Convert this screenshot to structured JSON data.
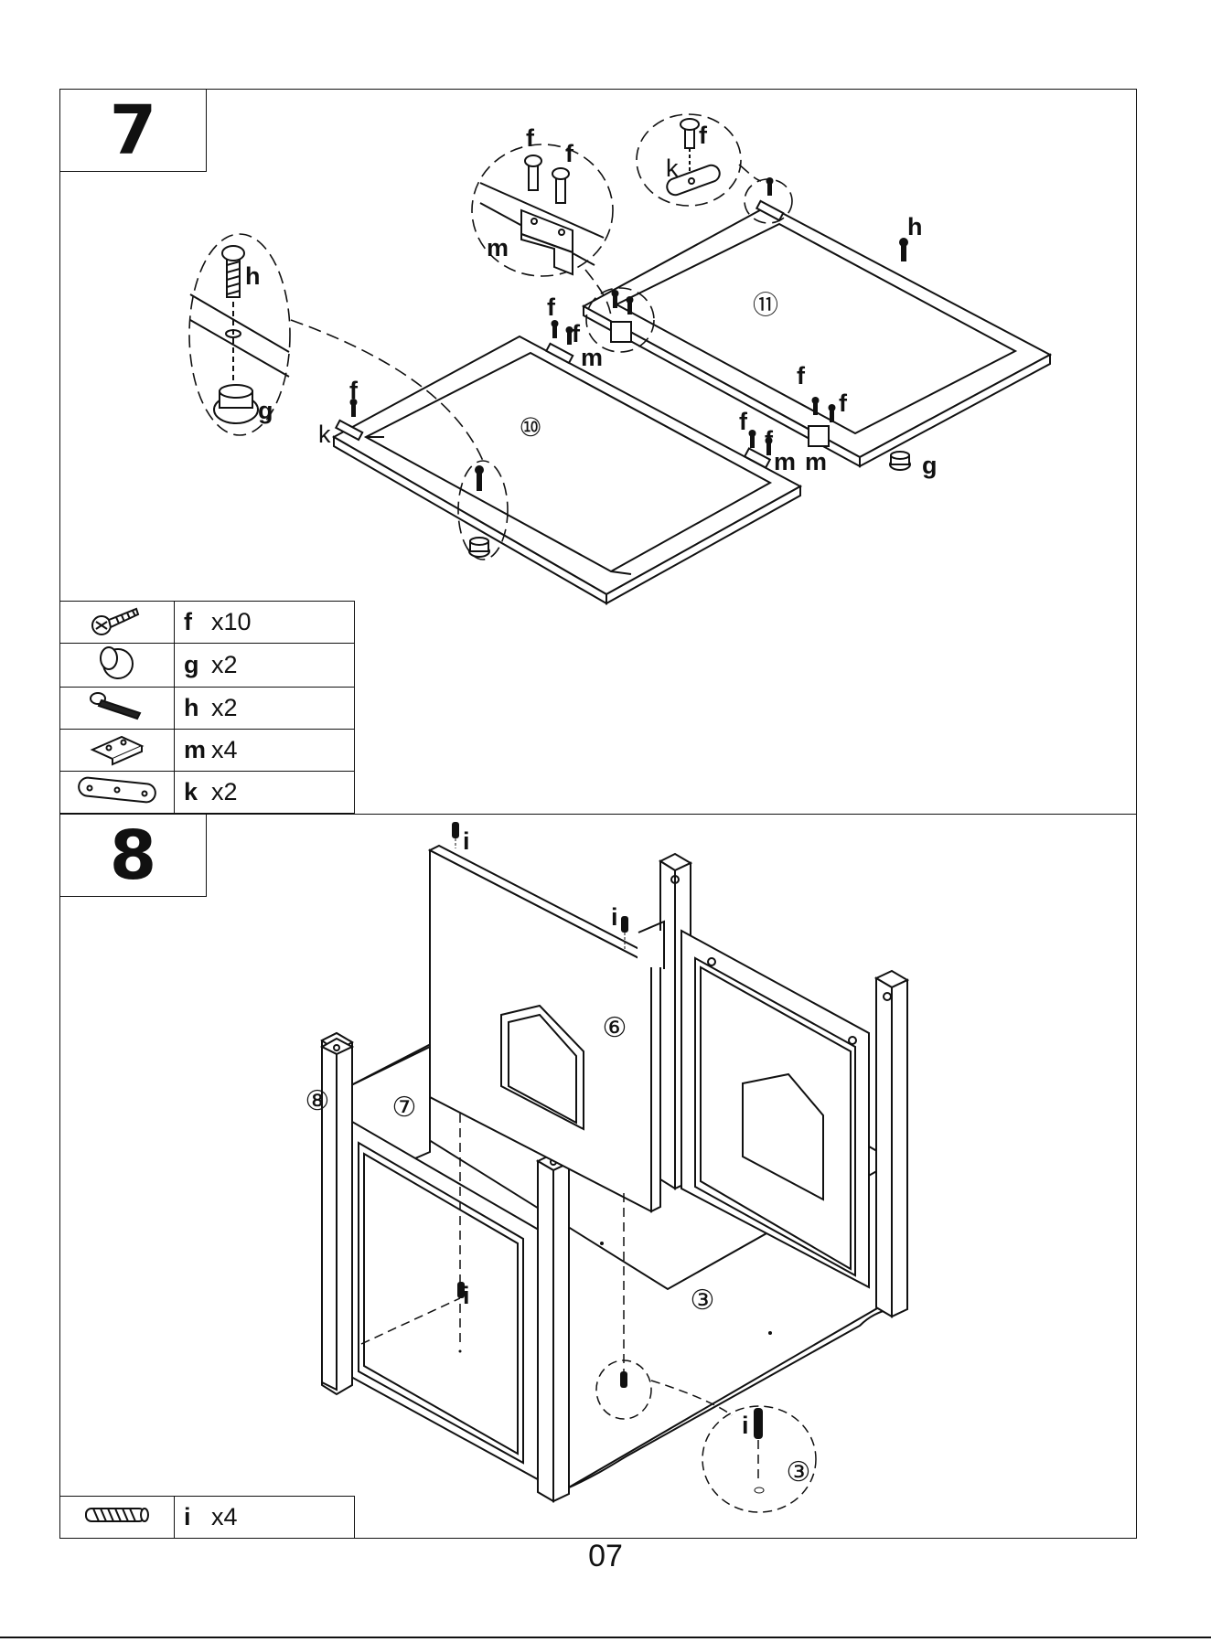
{
  "steps": [
    {
      "number": "7"
    },
    {
      "number": "8"
    }
  ],
  "page_number": "07",
  "colors": {
    "ink": "#111111",
    "paper": "#ffffff",
    "panel": "#f2f2f2"
  },
  "step7": {
    "panel_labels": {
      "p10": "⑩",
      "p11": "⑪"
    },
    "callouts": {
      "f": "f",
      "g": "g",
      "h": "h",
      "k": "k",
      "m": "m"
    },
    "parts": [
      {
        "icon": "screw-f-icon",
        "letter": "f",
        "qty": "x10"
      },
      {
        "icon": "foot-g-icon",
        "letter": "g",
        "qty": "x2"
      },
      {
        "icon": "bolt-h-icon",
        "letter": "h",
        "qty": "x2"
      },
      {
        "icon": "bracket-m-icon",
        "letter": "m",
        "qty": "x4"
      },
      {
        "icon": "plate-k-icon",
        "letter": "k",
        "qty": "x2"
      }
    ]
  },
  "step8": {
    "panel_labels": {
      "p3": "③",
      "p6": "⑥",
      "p7": "⑦",
      "p8": "⑧"
    },
    "callouts": {
      "i": "i"
    },
    "parts": [
      {
        "icon": "dowel-i-icon",
        "letter": "i",
        "qty": "x4"
      }
    ]
  }
}
